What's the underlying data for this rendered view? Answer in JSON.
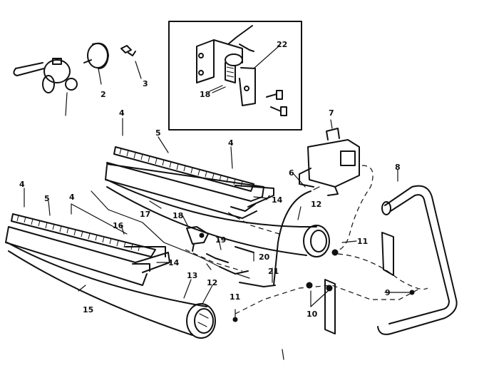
{
  "diagram": {
    "callouts": [
      "2",
      "3",
      "4",
      "4",
      "4",
      "4",
      "5",
      "5",
      "6",
      "7",
      "8",
      "9",
      "10",
      "11",
      "11",
      "12",
      "12",
      "13",
      "14",
      "14",
      "15",
      "16",
      "17",
      "18",
      "18",
      "19",
      "20",
      "21",
      "22"
    ]
  }
}
